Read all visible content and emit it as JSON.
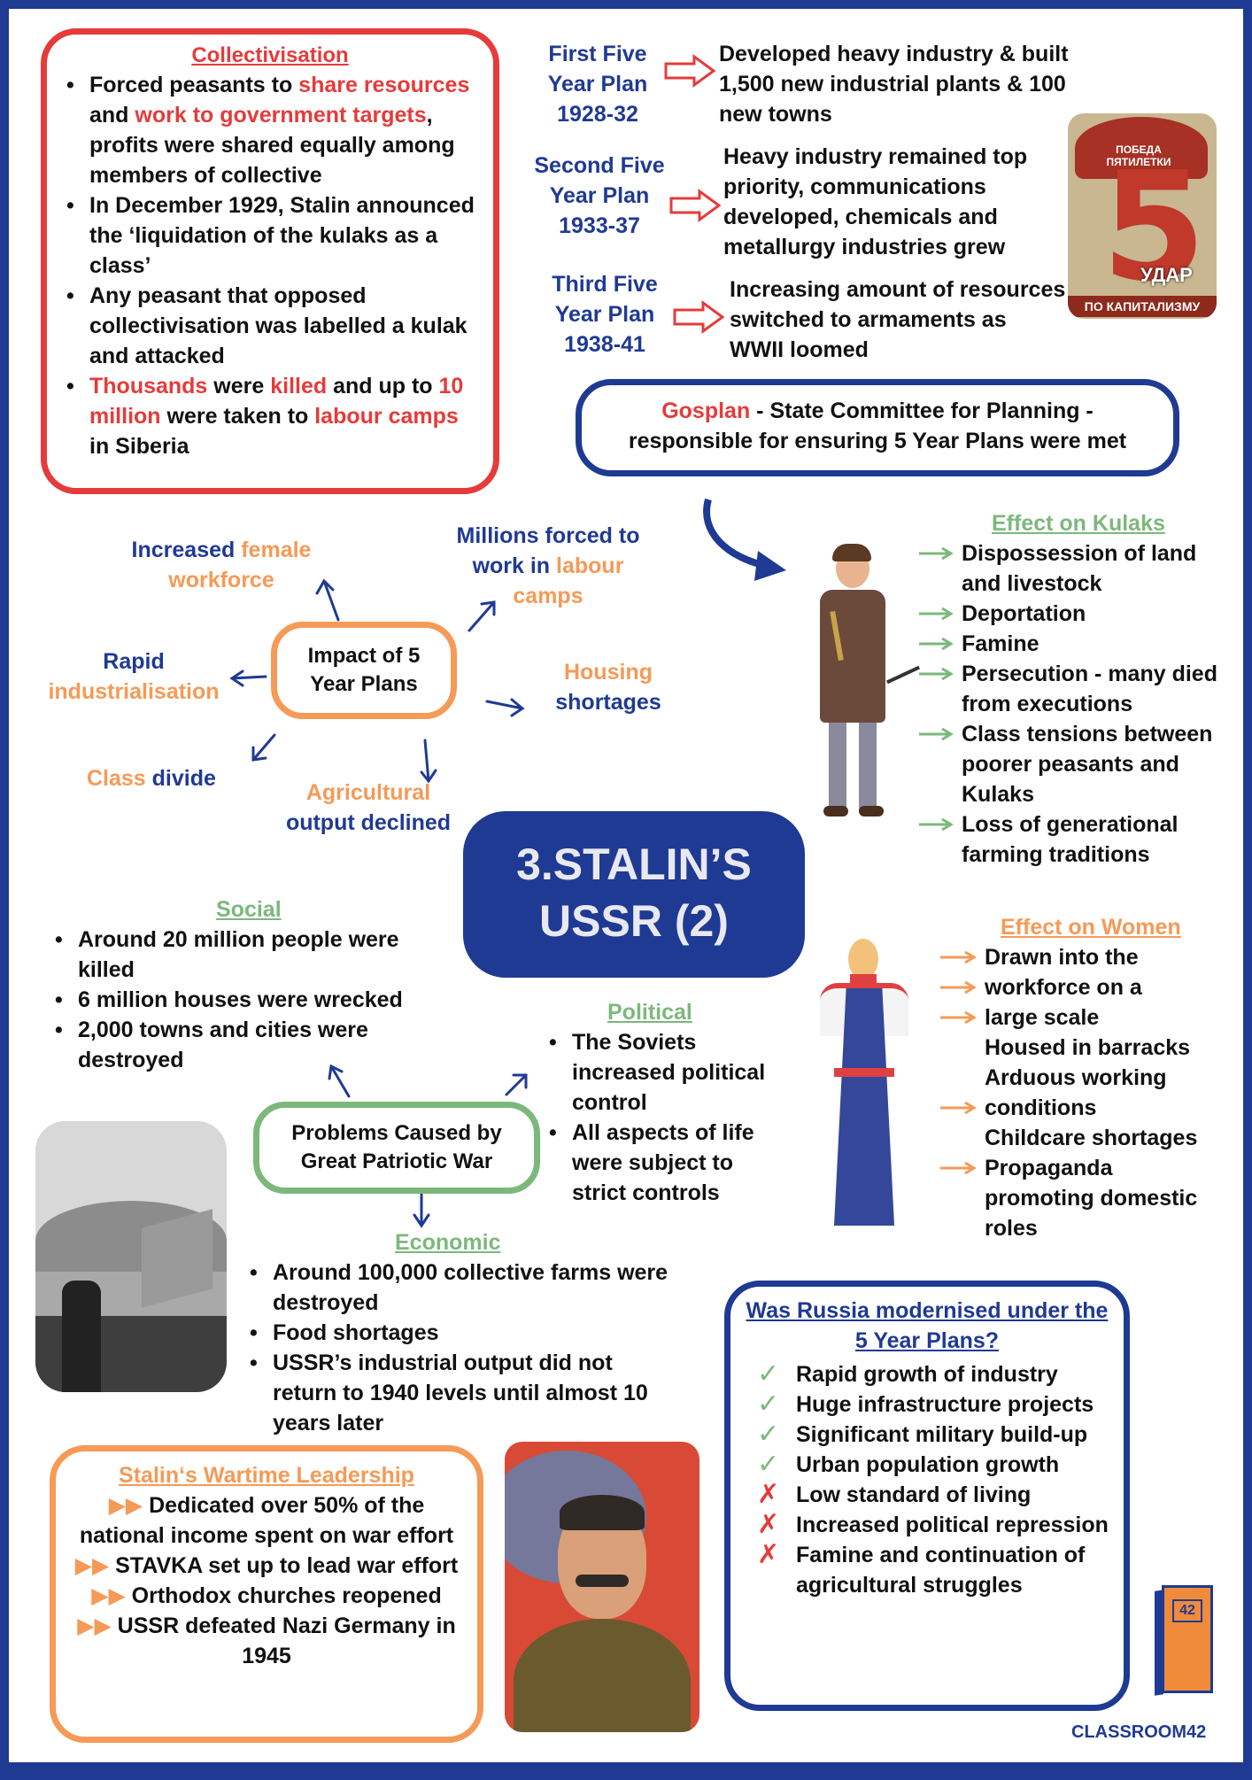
{
  "collectivisation": {
    "title": "Collectivisation",
    "b1": {
      "p1": "Forced peasants to ",
      "p2": "share resources",
      "p3": " and ",
      "p4": "work to government targets",
      "p5": ", profits were shared equally among members of collective"
    },
    "b2": "In December 1929, Stalin announced the ‘liquidation of the kulaks as a class’",
    "b3": "Any peasant that opposed collectivisation was labelled a kulak and attacked",
    "b4": {
      "p1": "Thousands",
      "p2": " were ",
      "p3": "killed",
      "p4": " and up to ",
      "p5": "10 million",
      "p6": " were taken to ",
      "p7": "labour camps",
      "p8": " in Siberia"
    }
  },
  "plans": [
    {
      "name_l1": "First Five",
      "name_l2": "Year Plan",
      "years": "1928-32",
      "desc": "Developed heavy industry & built 1,500 new industrial plants & 100 new towns"
    },
    {
      "name_l1": "Second Five",
      "name_l2": "Year Plan",
      "years": "1933-37",
      "desc": "Heavy industry remained top priority, communications developed, chemicals and metallurgy industries grew"
    },
    {
      "name_l1": "Third Five",
      "name_l2": "Year Plan",
      "years": "1938-41",
      "desc": "Increasing amount of resources switched to armaments as WWII loomed"
    }
  ],
  "poster": {
    "top": "ПОБЕДА ПЯТИЛЕТКИ",
    "num": "5",
    "word": "УДАР",
    "bottom": "ПО КАПИТАЛИЗМУ"
  },
  "gosplan": {
    "name": "Gosplan",
    "rest": " - State Committee for Planning - responsible for ensuring 5 Year Plans were met"
  },
  "impact": {
    "center": "Impact of 5 Year Plans",
    "female": {
      "a": "Increased ",
      "b": "female workforce"
    },
    "labour": {
      "a": "Millions forced to work in ",
      "b": "labour camps"
    },
    "rapid": {
      "a": "Rapid",
      "b": "industrialisation"
    },
    "housing": {
      "a": "Housing",
      "b": "shortages"
    },
    "class": {
      "a": "Class",
      "b": " divide"
    },
    "agri": {
      "a": "Agricultural",
      "b": "output declined"
    }
  },
  "kulaks": {
    "title": "Effect on Kulaks",
    "items": [
      "Dispossession of land and livestock",
      "Deportation",
      "Famine",
      "Persecution - many died from executions",
      "Class tensions between poorer peasants and Kulaks",
      "Loss of generational farming traditions"
    ]
  },
  "main_title": {
    "l1": "3.STALIN’S",
    "l2": "USSR (2)"
  },
  "social": {
    "title": "Social",
    "items": [
      "Around 20 million people were killed",
      "6 million houses were wrecked",
      "2,000 towns and cities were destroyed"
    ]
  },
  "political": {
    "title": "Political",
    "items": [
      "The Soviets increased political control",
      "All aspects of life were subject to strict controls"
    ]
  },
  "problems": {
    "center": "Problems Caused by Great Patriotic War"
  },
  "economic": {
    "title": "Economic",
    "items": [
      "Around 100,000 collective farms were destroyed",
      "Food shortages",
      "USSR’s industrial output did not return to 1940 levels until almost 10 years later"
    ]
  },
  "women": {
    "title": "Effect on Women",
    "lines": [
      "Drawn into the",
      "workforce on a",
      "large scale",
      "Housed in barracks",
      "Arduous working",
      "conditions",
      "Childcare shortages",
      "Propaganda",
      "promoting domestic",
      "roles"
    ]
  },
  "modernised": {
    "title": "Was Russia modernised under the 5 Year Plans?",
    "items": [
      {
        "mark": "✓",
        "text": "Rapid growth of industry"
      },
      {
        "mark": "✓",
        "text": "Huge infrastructure projects"
      },
      {
        "mark": "✓",
        "text": "Significant military build-up"
      },
      {
        "mark": "✓",
        "text": "Urban population growth"
      },
      {
        "mark": "✗",
        "text": "Low standard of living"
      },
      {
        "mark": "✗",
        "text": "Increased political repression"
      },
      {
        "mark": "✗",
        "text": "Famine and continuation of agricultural struggles"
      }
    ]
  },
  "wartime": {
    "title": "Stalin‘s Wartime Leadership",
    "items": [
      "Dedicated over 50% of the national income spent on war effort",
      "STAVKA set up to lead war effort",
      "Orthodox churches reopened",
      "USSR defeated Nazi Germany in 1945"
    ]
  },
  "brand": {
    "name": "CLASSROOM42",
    "door_number": "42"
  },
  "colors": {
    "navy": "#1f3a93",
    "red": "#e53b3b",
    "orange": "#f59a57",
    "green": "#7cb87c"
  }
}
